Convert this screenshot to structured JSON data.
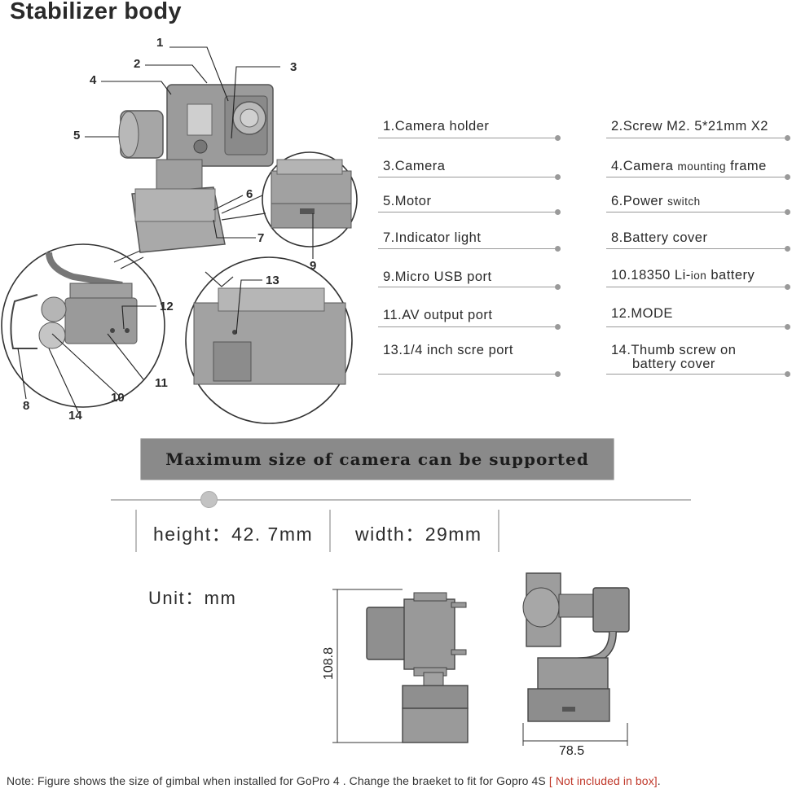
{
  "title": "Stabilizer body",
  "callout_numbers": [
    "1",
    "2",
    "3",
    "4",
    "5",
    "6",
    "7",
    "8",
    "9",
    "10",
    "11",
    "12",
    "13",
    "14"
  ],
  "legend": [
    {
      "left": "1.Camera holder",
      "right": "2.Screw M2. 5*21mm X2"
    },
    {
      "left": "3.Camera",
      "right_main": "4.Camera ",
      "right_small": "mounting",
      "right_tail": " frame"
    },
    {
      "left": "5.Motor",
      "right_main": "6.Power ",
      "right_small": "switch",
      "right_tail": ""
    },
    {
      "left": "7.Indicator light",
      "right": "8.Battery cover"
    },
    {
      "left": "9.Micro USB port",
      "right_main": "10.18350 Li-",
      "right_small": "ion",
      "right_tail": " battery"
    },
    {
      "left": "11.AV output port",
      "right": "12.MODE"
    },
    {
      "left": "13.1/4 inch scre port",
      "right_line1": "14.Thumb screw on",
      "right_line2": "battery cover"
    }
  ],
  "banner": "Maximum size of camera can be supported",
  "dimensions": {
    "height_label": "height：42. 7mm",
    "width_label": "width：29mm"
  },
  "unit_label": "Unit：mm",
  "drawing": {
    "height_value": "108.8",
    "width_value": "78.5"
  },
  "note": {
    "main": "Note: Figure shows the size of gimbal when installed for GoPro 4 . Change the braeket to fit for Gopro 4S",
    "red": "[ Not included in box]",
    "tail": "."
  },
  "colors": {
    "banner_bg": "#8a8a8a",
    "note_red": "#c0392b",
    "device_gray": "#8f8f8f"
  }
}
